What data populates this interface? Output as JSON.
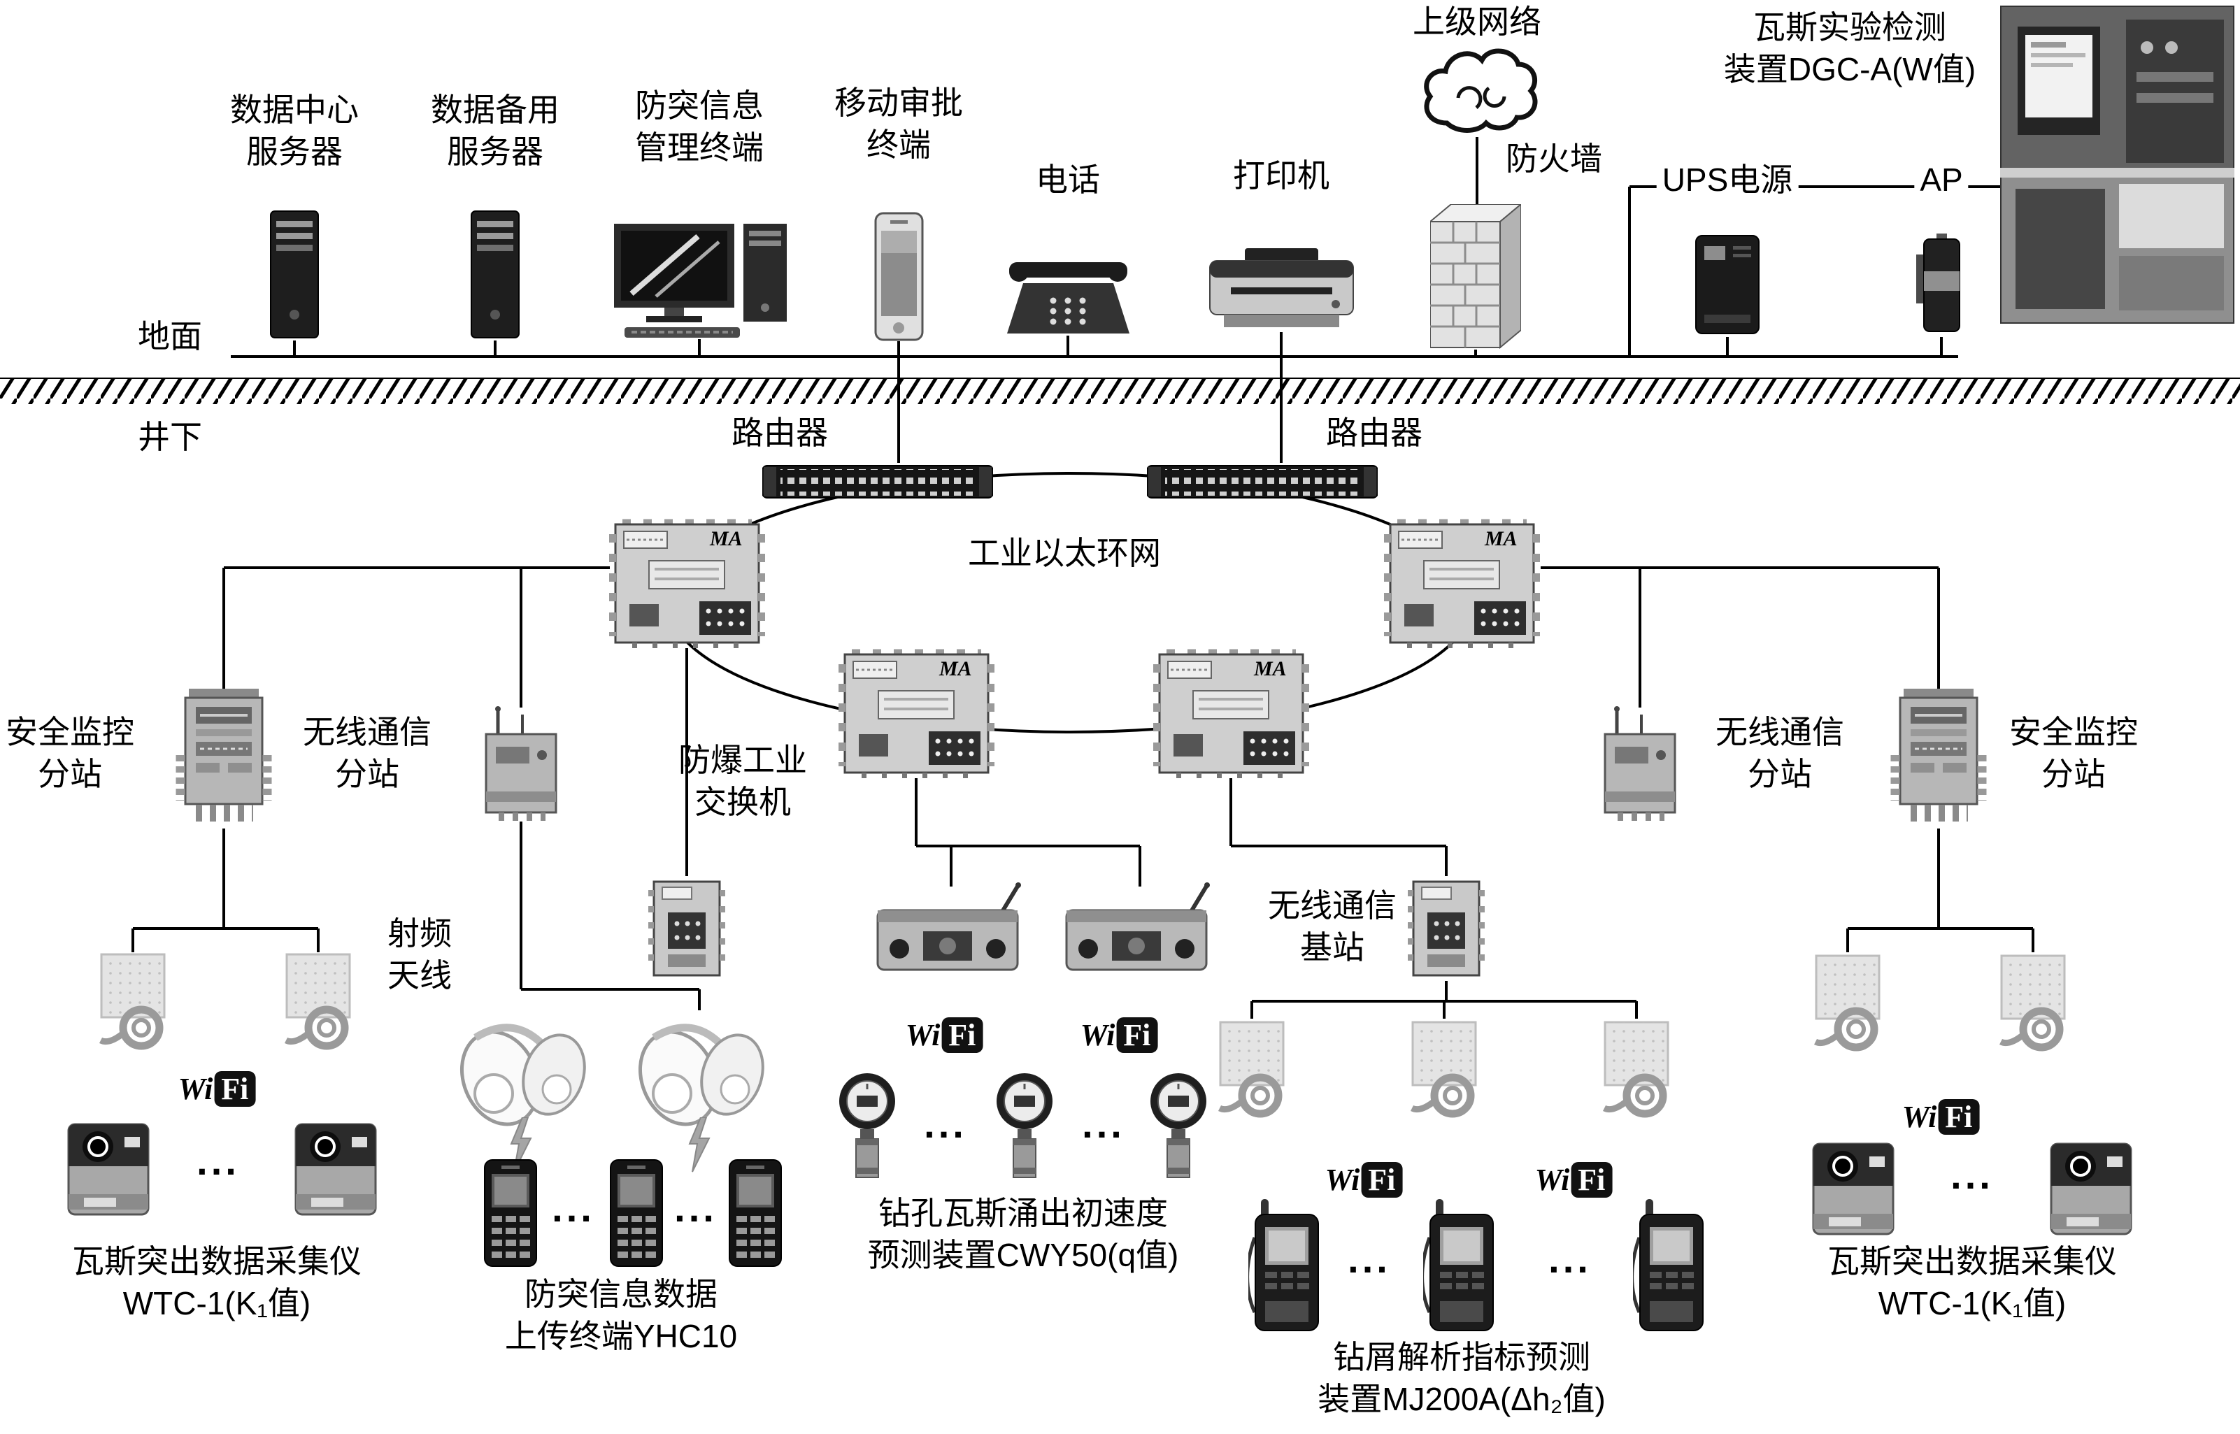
{
  "surface": {
    "ground_label": "地面",
    "devices": {
      "data_center_server": {
        "line1": "数据中心",
        "line2": "服务器"
      },
      "backup_server": {
        "line1": "数据备用",
        "line2": "服务器"
      },
      "outburst_terminal": {
        "line1": "防突信息",
        "line2": "管理终端"
      },
      "mobile_terminal": {
        "line1": "移动审批",
        "line2": "终端"
      },
      "telephone": {
        "label": "电话"
      },
      "printer": {
        "label": "打印机"
      },
      "upper_network": {
        "label": "上级网络"
      },
      "firewall": {
        "label": "防火墙"
      },
      "gas_test_device": {
        "line1": "瓦斯实验检测",
        "line2": "装置DGC-A(W值)"
      },
      "ups": {
        "label": "UPS电源"
      },
      "ap": {
        "label": "AP"
      }
    }
  },
  "underground": {
    "label": "井下",
    "router_left": "路由器",
    "router_right": "路由器",
    "ring_label": "工业以太环网",
    "ma_mark": "MA",
    "switch_label": {
      "line1": "防爆工业",
      "line2": "交换机"
    },
    "stations": {
      "safety_left": {
        "line1": "安全监控",
        "line2": "分站"
      },
      "wireless_left": {
        "line1": "无线通信",
        "line2": "分站"
      },
      "wireless_right": {
        "line1": "无线通信",
        "line2": "分站"
      },
      "safety_right": {
        "line1": "安全监控",
        "line2": "分站"
      },
      "base_station": {
        "line1": "无线通信",
        "line2": "基站"
      },
      "rf_antenna": {
        "line1": "射频",
        "line2": "天线"
      }
    },
    "devices": {
      "collector_left": {
        "line1": "瓦斯突出数据采集仪",
        "line2": "WTC-1(K₁值)"
      },
      "collector_right": {
        "line1": "瓦斯突出数据采集仪",
        "line2": "WTC-1(K₁值)"
      },
      "yhc10": {
        "line1": "防突信息数据",
        "line2": "上传终端YHC10"
      },
      "cwy50": {
        "line1": "钻孔瓦斯涌出初速度",
        "line2": "预测装置CWY50(q值)"
      },
      "mj200a": {
        "line1": "钻屑解析指标预测",
        "line2": "装置MJ200A(Δh₂值)"
      }
    },
    "wifi": {
      "wi": "Wi",
      "fi": "Fi"
    },
    "ellipsis": "..."
  }
}
